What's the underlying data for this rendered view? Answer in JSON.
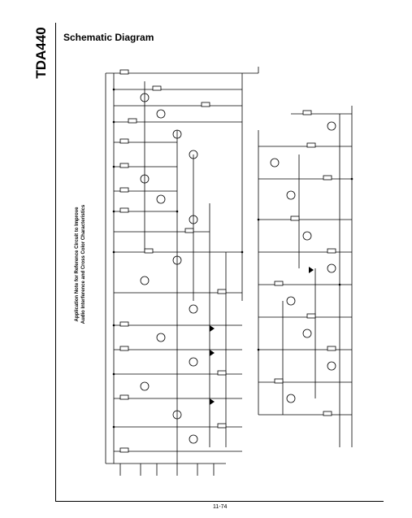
{
  "part_number": "TDA440",
  "title": "Schematic Diagram",
  "note_line1": "Application Note for Reference Circuit to Improve",
  "note_line2": "Audio Interference and Cross Color Characteristics",
  "page_number": "11-74"
}
